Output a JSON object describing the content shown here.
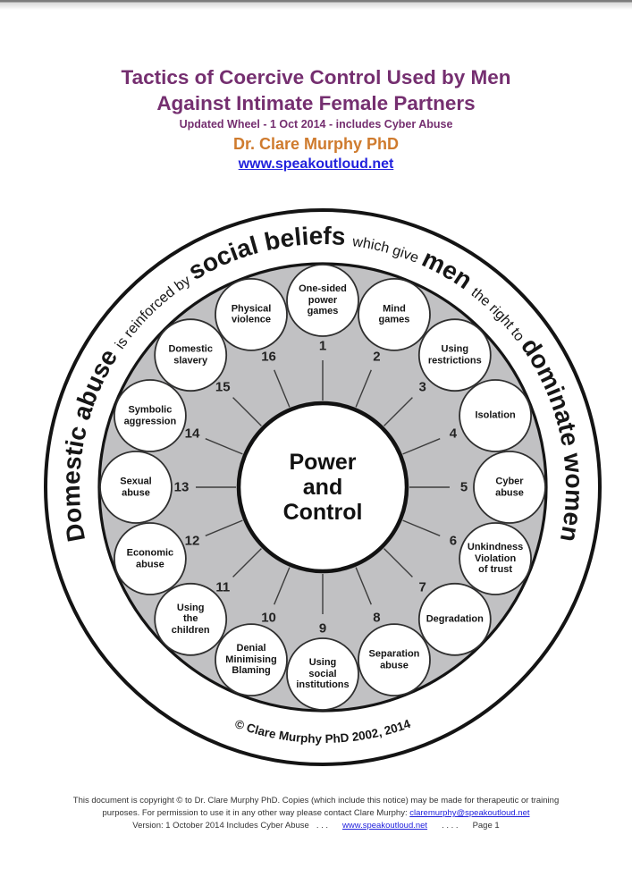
{
  "page": {
    "colors": {
      "title_purple": "#752F70",
      "author_orange": "#CF7B2E",
      "link_blue": "#2222DD",
      "wheel_gray": "#C1C1C3",
      "ink": "#1A1A1A"
    }
  },
  "header": {
    "title_line1": "Tactics of Coercive Control Used by Men",
    "title_line2": "Against Intimate Female Partners",
    "subtitle": "Updated Wheel - 1 Oct 2014 - includes Cyber Abuse",
    "author": "Dr. Clare Murphy PhD",
    "website": "www.speakoutloud.net"
  },
  "wheel": {
    "center_label": "Power\nand\nControl",
    "copyright": "© Clare Murphy PhD 2002, 2014",
    "ring_text_parts": [
      {
        "text": "Domestic abuse ",
        "emphasis": true
      },
      {
        "text": "is reinforced by ",
        "emphasis": false
      },
      {
        "text": "social beliefs ",
        "emphasis": true
      },
      {
        "text": "which give ",
        "emphasis": false
      },
      {
        "text": "men ",
        "emphasis": true
      },
      {
        "text": "the right to ",
        "emphasis": false
      },
      {
        "text": "dominate women",
        "emphasis": true
      }
    ],
    "segments": [
      {
        "num": "1",
        "label": "One-sided\npower\ngames"
      },
      {
        "num": "2",
        "label": "Mind\ngames"
      },
      {
        "num": "3",
        "label": "Using\nrestrictions"
      },
      {
        "num": "4",
        "label": "Isolation"
      },
      {
        "num": "5",
        "label": "Cyber\nabuse"
      },
      {
        "num": "6",
        "label": "Unkindness\nViolation\nof trust"
      },
      {
        "num": "7",
        "label": "Degradation"
      },
      {
        "num": "8",
        "label": "Separation\nabuse"
      },
      {
        "num": "9",
        "label": "Using\nsocial\ninstitutions"
      },
      {
        "num": "10",
        "label": "Denial\nMinimising\nBlaming"
      },
      {
        "num": "11",
        "label": "Using\nthe\nchildren"
      },
      {
        "num": "12",
        "label": "Economic\nabuse"
      },
      {
        "num": "13",
        "label": "Sexual\nabuse"
      },
      {
        "num": "14",
        "label": "Symbolic\naggression"
      },
      {
        "num": "15",
        "label": "Domestic\nslavery"
      },
      {
        "num": "16",
        "label": "Physical\nviolence"
      }
    ]
  },
  "footer": {
    "line1": "This document is copyright © to Dr. Clare Murphy PhD. Copies (which include this notice) may be made for therapeutic or training",
    "line2_prefix": "purposes. For permission to use it in any other way please contact Clare Murphy: ",
    "line2_link": "claremurphy@speakoutloud.net",
    "line3_version": "Version: 1 October 2014 Includes Cyber Abuse",
    "line3_dots1": ". . .",
    "line3_link": "www.speakoutloud.net",
    "line3_dots2": ". . . .",
    "line3_page": "Page 1"
  }
}
